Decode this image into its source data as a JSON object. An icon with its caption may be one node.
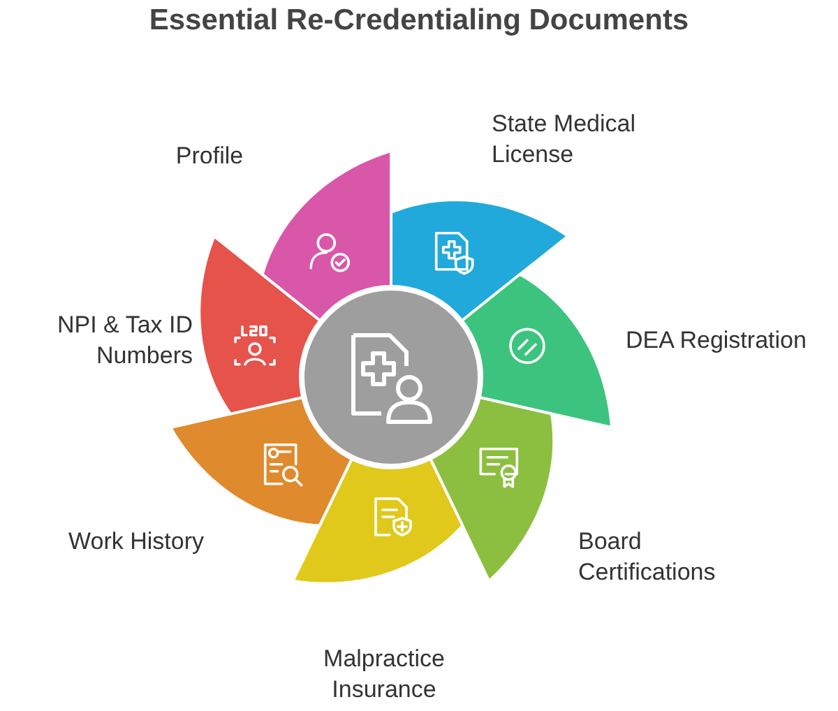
{
  "diagram": {
    "title": "Essential Re-Credentialing Documents",
    "nodes": [
      {
        "text": [],
        "shape": "circle"
      },
      {
        "text": [
          "State Medical License"
        ]
      },
      {
        "text": [
          "DEA Registration"
        ]
      },
      {
        "text": [
          "Board Certifications"
        ]
      },
      {
        "text": [
          "Malpractice Insurance"
        ]
      },
      {
        "text": [
          "Work History"
        ]
      },
      {
        "text": [
          "NPI & Tax ID Numbers"
        ]
      },
      {
        "text": [
          "Profile"
        ]
      }
    ]
  }
}
